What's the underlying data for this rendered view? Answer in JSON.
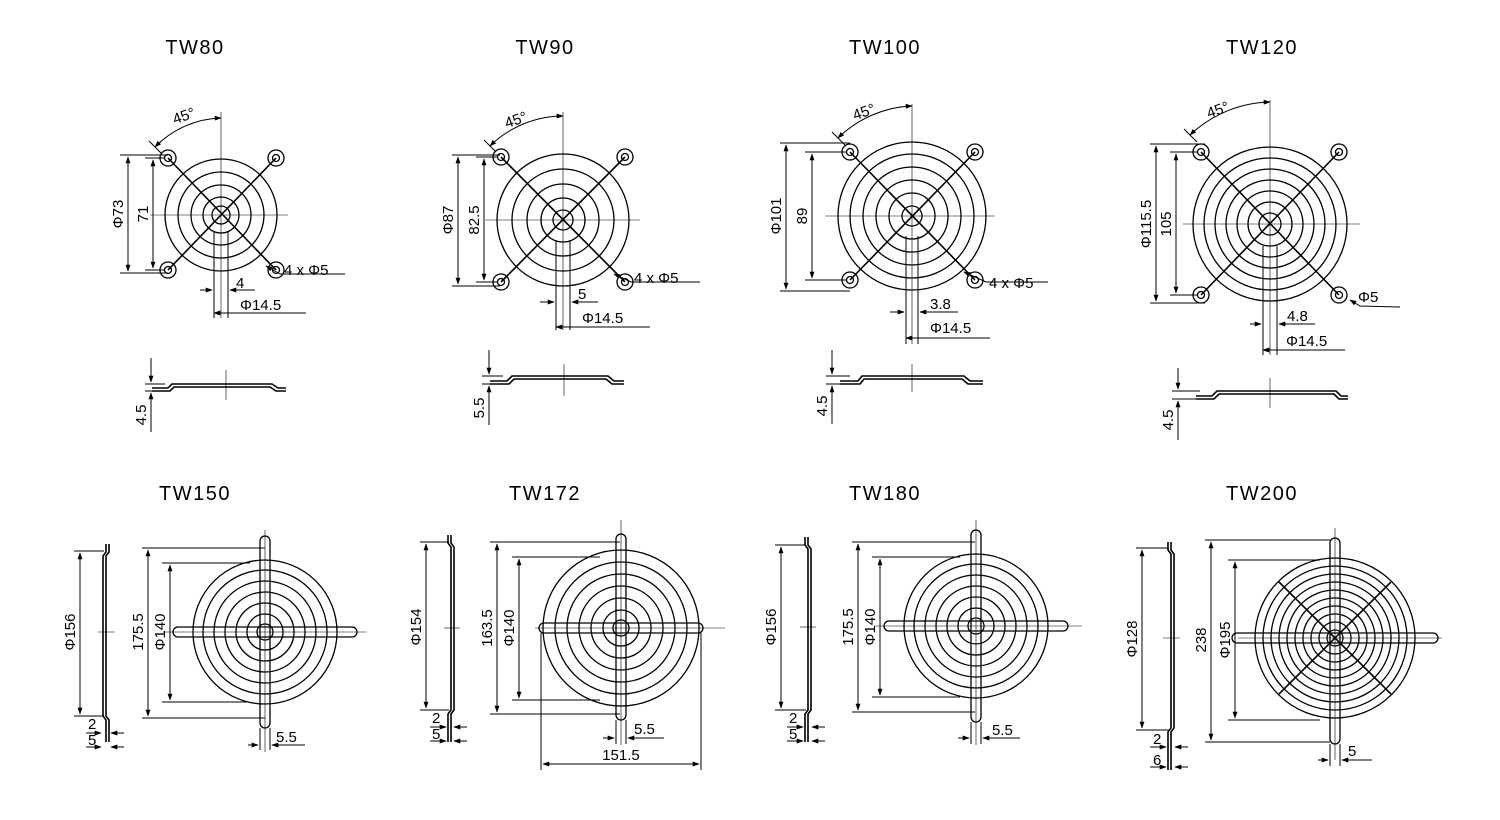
{
  "models": [
    {
      "title": "TW80",
      "outer": "Φ73",
      "pitch": "71",
      "mid": "",
      "bar": "4",
      "hub": "Φ14.5",
      "holes": "4 x Φ5",
      "angle": "45°",
      "thick": "4.5"
    },
    {
      "title": "TW90",
      "outer": "Φ87",
      "pitch": "82.5",
      "mid": "",
      "bar": "5",
      "hub": "Φ14.5",
      "holes": "4 x Φ5",
      "angle": "45°",
      "thick": "5.5"
    },
    {
      "title": "TW100",
      "outer": "Φ101",
      "pitch": "89",
      "mid": "",
      "bar": "3.8",
      "hub": "Φ14.5",
      "holes": "4 x Φ5",
      "angle": "45°",
      "thick": "4.5"
    },
    {
      "title": "TW120",
      "outer": "Φ115.5",
      "pitch": "105",
      "mid": "",
      "bar": "4.8",
      "hub": "Φ14.5",
      "holes": "Φ5",
      "angle": "45°",
      "thick": "4.5"
    },
    {
      "title": "TW150",
      "outer": "175.5",
      "pitch": "",
      "mid": "Φ140",
      "bar": "5.5",
      "side": "Φ156",
      "t1": "2",
      "t2": "5",
      "width": ""
    },
    {
      "title": "TW172",
      "outer": "163.5",
      "pitch": "",
      "mid": "Φ140",
      "bar": "5.5",
      "side": "Φ154",
      "t1": "2",
      "t2": "5",
      "width": "151.5"
    },
    {
      "title": "TW180",
      "outer": "175.5",
      "pitch": "",
      "mid": "Φ140",
      "bar": "5.5",
      "side": "Φ156",
      "t1": "2",
      "t2": "5",
      "width": ""
    },
    {
      "title": "TW200",
      "outer": "238",
      "pitch": "",
      "mid": "Φ195",
      "bar": "5",
      "side": "Φ128",
      "t1": "2",
      "t2": "6",
      "width": ""
    }
  ]
}
